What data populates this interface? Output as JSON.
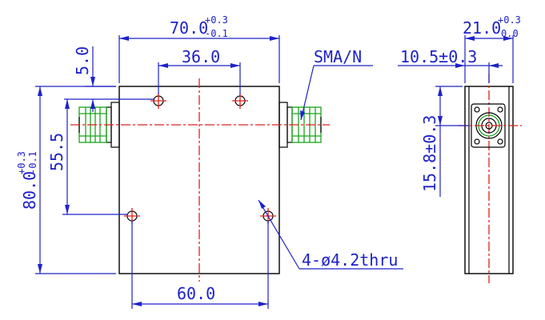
{
  "front_view": {
    "width_dim": {
      "value": "70.0",
      "tol_upper": "+0.3",
      "tol_lower": "-0.1"
    },
    "hole_spacing_top": "36.0",
    "hole_spacing_bottom": "60.0",
    "top_hole_offset": "5.0",
    "hole_vertical_spacing": "55.5",
    "height_dim": {
      "value": "80.0",
      "tol_upper": "+0.3",
      "tol_lower": "-0.1"
    },
    "connector_label": "SMA/N",
    "hole_callout": "4-ø4.2thru"
  },
  "side_view": {
    "depth_dim": {
      "value": "21.0",
      "tol_upper": "+0.3",
      "tol_lower": "0.0"
    },
    "connector_offset_h": "10.5±0.3",
    "connector_offset_v": "15.8±0.3"
  },
  "colors": {
    "dimension": "#1e22c8",
    "centerline": "#e0201a",
    "connector": "#1aa31a",
    "outline": "#000000"
  }
}
